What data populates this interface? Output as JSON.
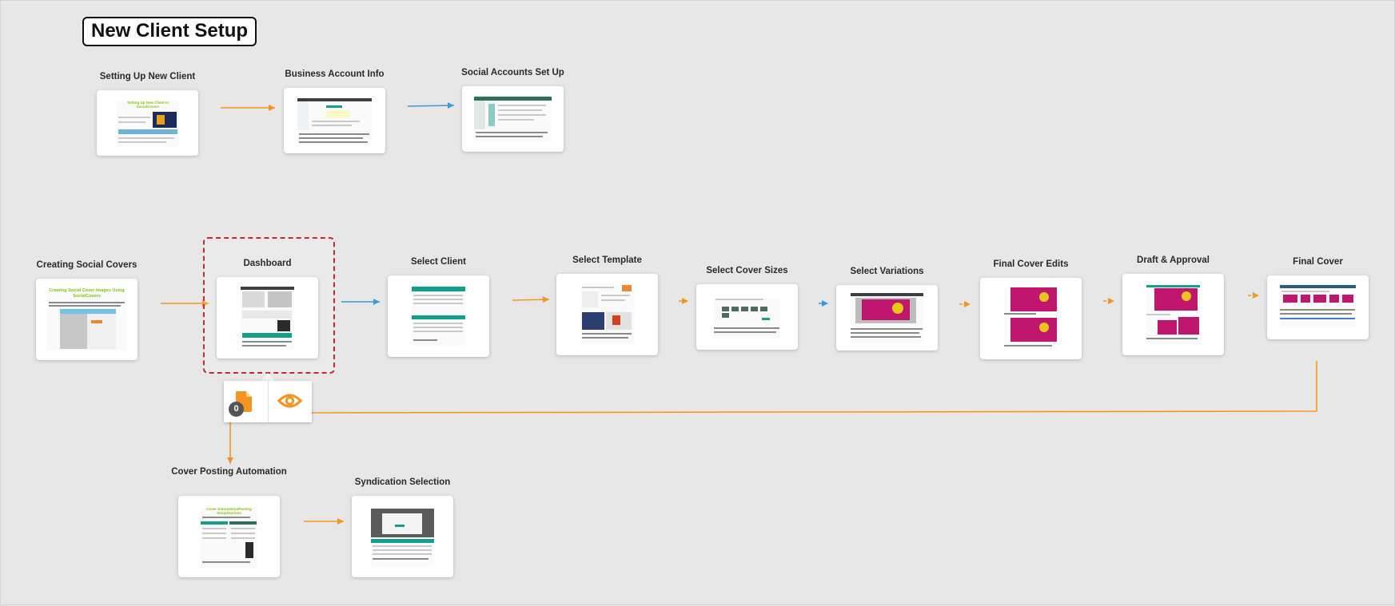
{
  "diagram_title": "New Client Setup",
  "colors": {
    "background": "#e7e7e7",
    "arrow_orange": "#f5951f",
    "arrow_blue": "#3d9ad9",
    "highlight_dashed": "#c8282c",
    "thumb_green": "#8ac20e",
    "thumb_teal": "#13a08a",
    "thumb_magenta": "#c0166e"
  },
  "nodes": [
    {
      "id": "setting-up-new-client",
      "label": "Setting Up New Client",
      "thumb": "setup"
    },
    {
      "id": "business-account-info",
      "label": "Business Account Info",
      "thumb": "form"
    },
    {
      "id": "social-accounts-set-up",
      "label": "Social Accounts Set Up",
      "thumb": "form"
    },
    {
      "id": "creating-social-covers",
      "label": "Creating Social Covers",
      "thumb": "covers"
    },
    {
      "id": "dashboard",
      "label": "Dashboard",
      "thumb": "dashboard"
    },
    {
      "id": "select-client",
      "label": "Select Client",
      "thumb": "list"
    },
    {
      "id": "select-template",
      "label": "Select Template",
      "thumb": "template"
    },
    {
      "id": "select-cover-sizes",
      "label": "Select Cover Sizes",
      "thumb": "sizes"
    },
    {
      "id": "select-variations",
      "label": "Select Variations",
      "thumb": "magenta"
    },
    {
      "id": "final-cover-edits",
      "label": "Final Cover Edits",
      "thumb": "magenta2"
    },
    {
      "id": "draft-approval",
      "label": "Draft & Approval",
      "thumb": "magenta2"
    },
    {
      "id": "final-cover",
      "label": "Final Cover",
      "thumb": "final"
    },
    {
      "id": "cover-posting-automation",
      "label": "Cover Posting Automation",
      "thumb": "automation"
    },
    {
      "id": "syndication-selection",
      "label": "Syndication Selection",
      "thumb": "syndication"
    }
  ],
  "edges": [
    {
      "from": "setting-up-new-client",
      "to": "business-account-info",
      "color": "orange",
      "style": "solid"
    },
    {
      "from": "business-account-info",
      "to": "social-accounts-set-up",
      "color": "blue",
      "style": "solid"
    },
    {
      "from": "creating-social-covers",
      "to": "dashboard",
      "color": "orange",
      "style": "solid"
    },
    {
      "from": "dashboard",
      "to": "select-client",
      "color": "blue",
      "style": "solid"
    },
    {
      "from": "select-client",
      "to": "select-template",
      "color": "orange",
      "style": "solid"
    },
    {
      "from": "select-template",
      "to": "select-cover-sizes",
      "color": "orange",
      "style": "dashed"
    },
    {
      "from": "select-cover-sizes",
      "to": "select-variations",
      "color": "blue",
      "style": "dashed"
    },
    {
      "from": "select-variations",
      "to": "final-cover-edits",
      "color": "orange",
      "style": "dashed"
    },
    {
      "from": "final-cover-edits",
      "to": "draft-approval",
      "color": "orange",
      "style": "dashed"
    },
    {
      "from": "draft-approval",
      "to": "final-cover",
      "color": "orange",
      "style": "dashed"
    },
    {
      "from": "final-cover",
      "to": "dashboard",
      "color": "orange",
      "style": "elbow"
    },
    {
      "from": "dashboard",
      "to": "cover-posting-automation",
      "color": "orange",
      "style": "solid"
    },
    {
      "from": "cover-posting-automation",
      "to": "syndication-selection",
      "color": "orange",
      "style": "solid"
    }
  ],
  "selection": {
    "node": "dashboard",
    "toolbar": {
      "attachment_count": "0",
      "attachment_icon": "document-icon",
      "view_icon": "eye-icon"
    }
  },
  "thumbnail_text": {
    "setup_caption": "Setting Up New Client In SocialCovers",
    "covers_caption": "Creating Social Cover Images Using SocialCovers",
    "automation_caption": "Cover Automation/Posting Setup/Options"
  }
}
